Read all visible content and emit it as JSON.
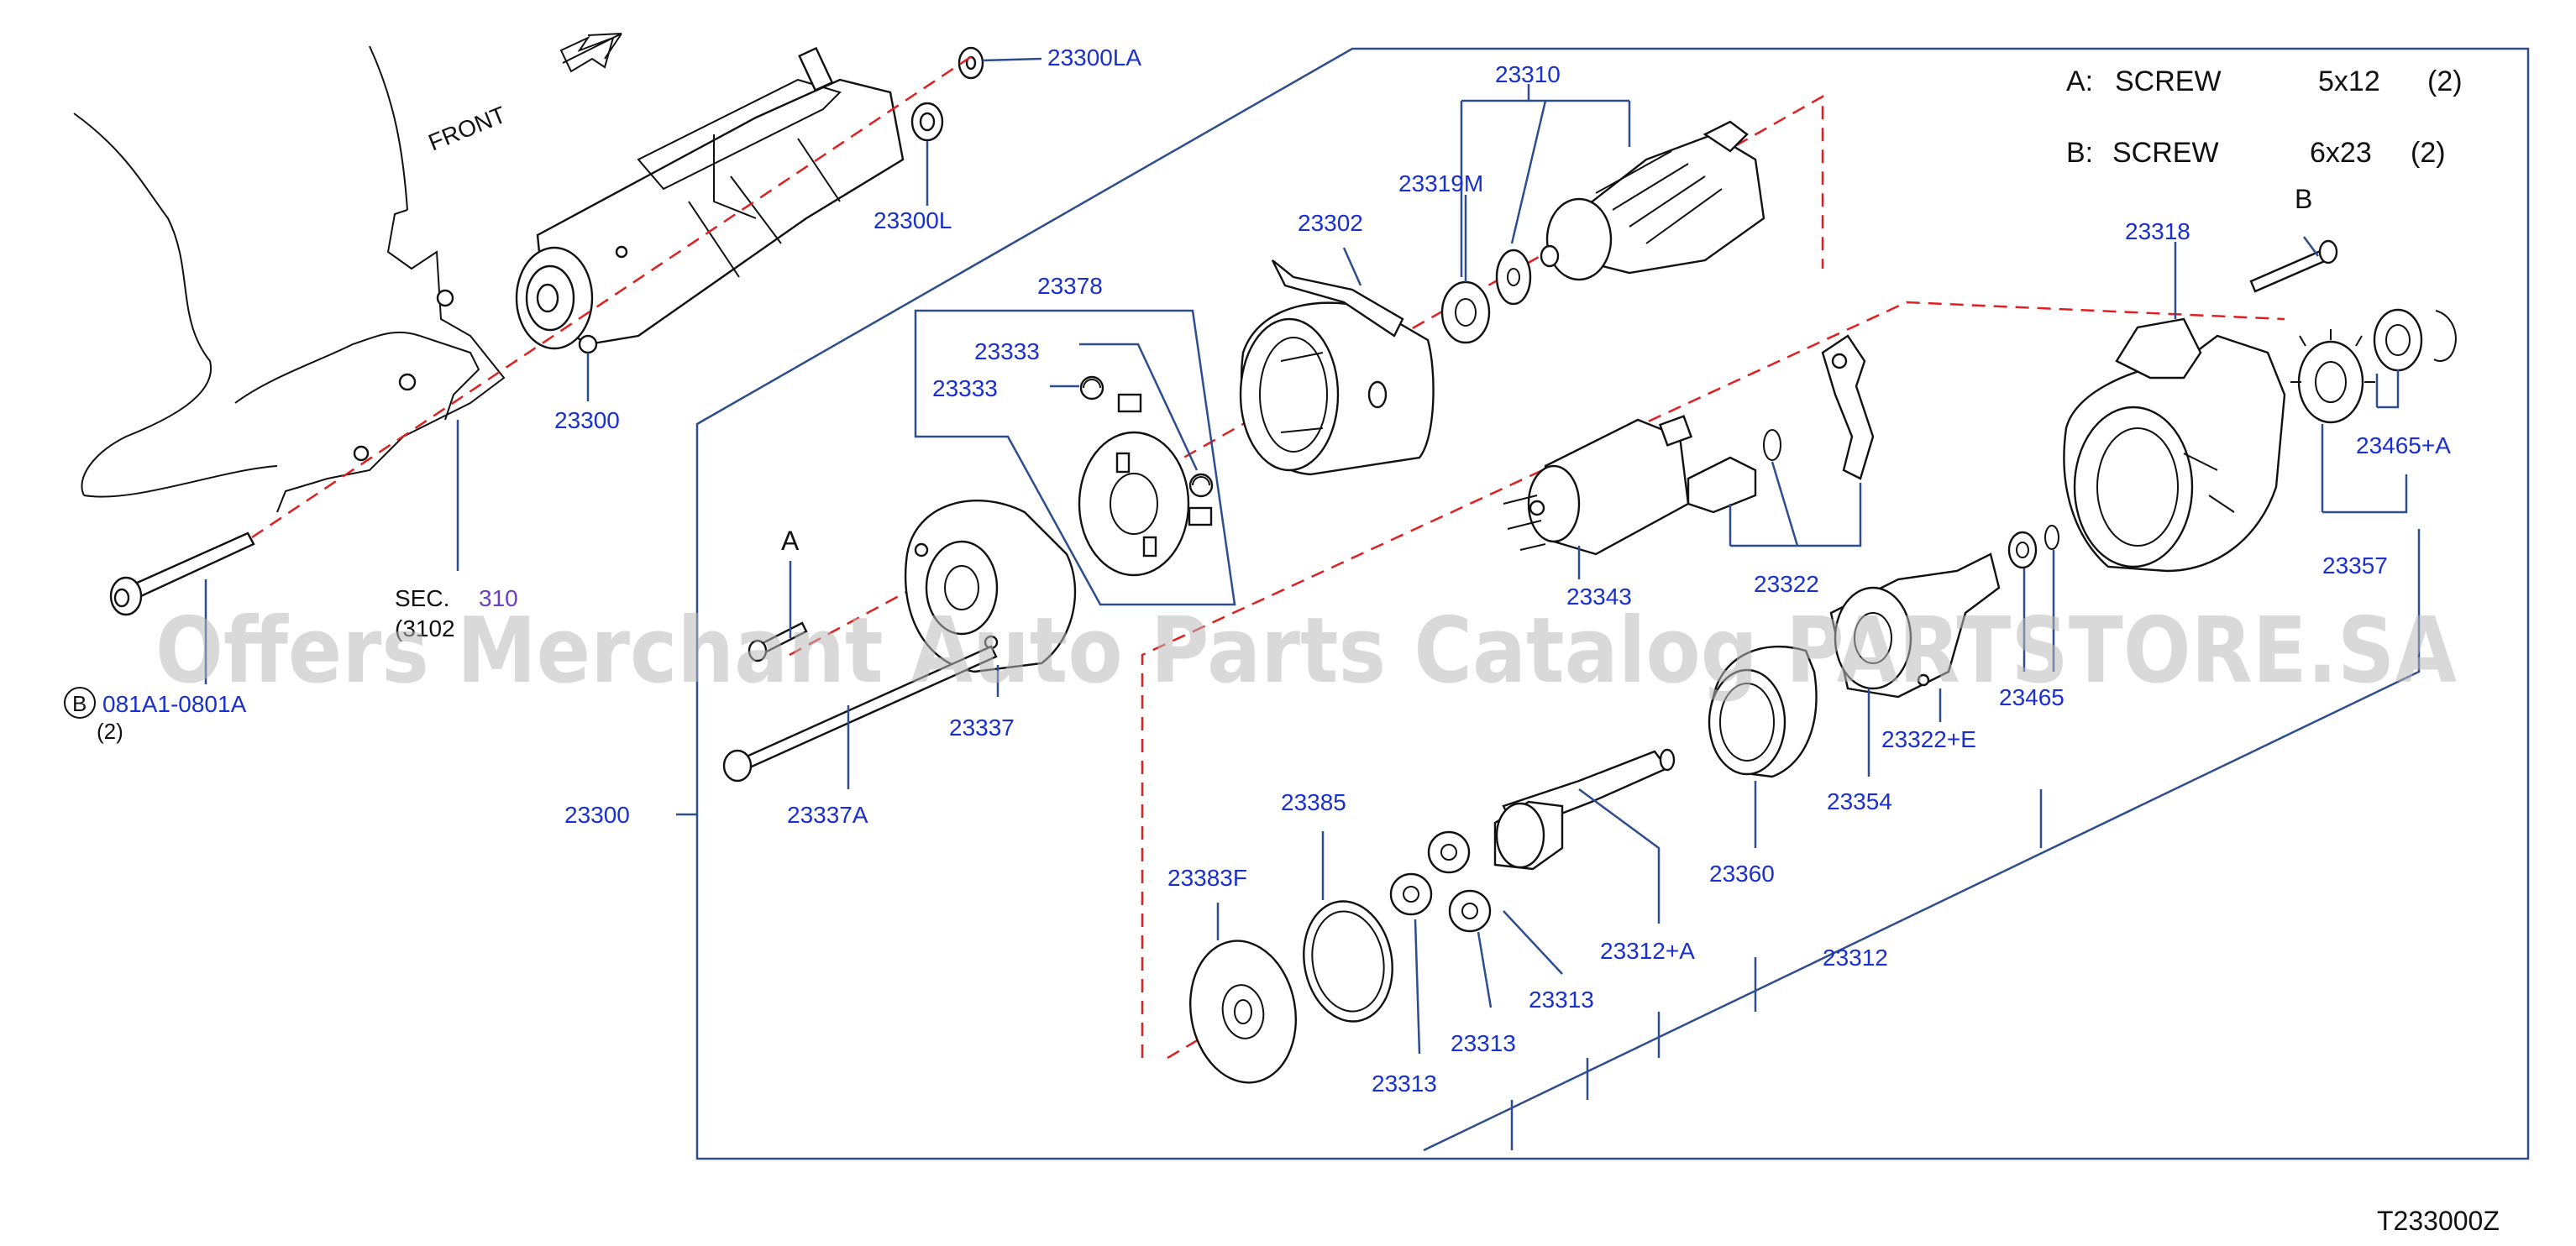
{
  "legend": {
    "a_letter": "A:",
    "a_name": "SCREW",
    "a_size": "5x12",
    "a_qty": "(2)",
    "b_letter": "B:",
    "b_name": "SCREW",
    "b_size": "6x23",
    "b_qty": "(2)"
  },
  "orientation": {
    "front_label": "FRONT"
  },
  "section_ref": {
    "sec_label": "SEC.",
    "sec_number": "310",
    "sec_sub": "(3102"
  },
  "bolt_callout": {
    "letter": "B",
    "part": "081A1-0801A",
    "qty": "(2)"
  },
  "callout_letters": {
    "a": "A",
    "b": "B"
  },
  "parts": {
    "p23300LA": "23300LA",
    "p23300L": "23300L",
    "p23300_top": "23300",
    "p23300_frame": "23300",
    "p23310": "23310",
    "p23319M": "23319M",
    "p23302": "23302",
    "p23378": "23378",
    "p23333_a": "23333",
    "p23333_b": "23333",
    "p23337": "23337",
    "p23337A": "23337A",
    "p23318": "23318",
    "p23343": "23343",
    "p23322": "23322",
    "p23357": "23357",
    "p23465A": "23465+A",
    "p23465": "23465",
    "p23322E": "23322+E",
    "p23354": "23354",
    "p23360": "23360",
    "p23312A": "23312+A",
    "p23312": "23312",
    "p23313_a": "23313",
    "p23313_b": "23313",
    "p23313_c": "23313",
    "p23385": "23385",
    "p23383F": "23383F"
  },
  "diagram_code": "T233000Z",
  "watermark": "Offers Merchant Auto Parts Catalog PARTSTORE.SA"
}
